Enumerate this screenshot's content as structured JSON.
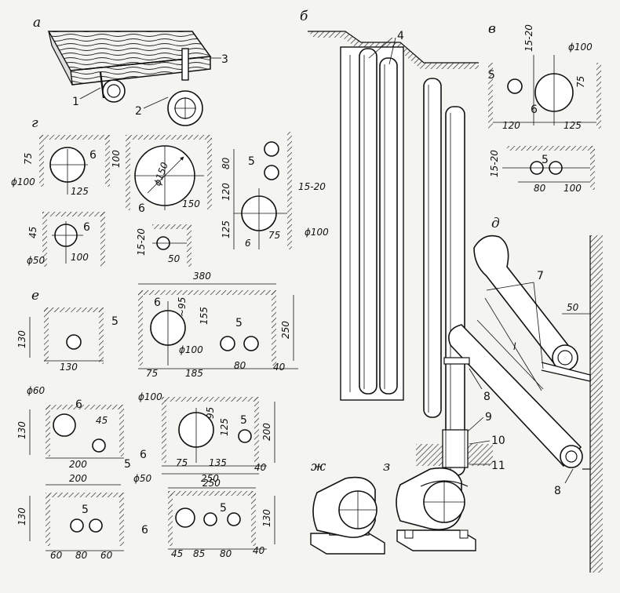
{
  "sections": {
    "a": "а",
    "b": "б",
    "v": "в",
    "g": "г",
    "d": "д",
    "e": "е",
    "zh": "ж",
    "z": "з"
  },
  "a": {
    "callouts": [
      "1",
      "2",
      "3"
    ]
  },
  "b": {
    "callouts": [
      "4"
    ]
  },
  "v": {
    "top": {
      "callouts": [
        "5",
        "6"
      ],
      "dims": [
        "15-20",
        "ϕ100",
        "75",
        "120",
        "125"
      ]
    },
    "bottom": {
      "callouts": [
        "5"
      ],
      "dims": [
        "15-20",
        "80",
        "100"
      ]
    }
  },
  "g": {
    "g1": {
      "callouts": [
        "6"
      ],
      "dims": [
        "75",
        "ϕ100",
        "125"
      ]
    },
    "g2": {
      "callouts": [
        "6"
      ],
      "dims": [
        "100",
        "ϕ150",
        "150"
      ]
    },
    "g3": {
      "callouts": [
        "5",
        "6"
      ],
      "dims": [
        "80",
        "120",
        "125",
        "15-20",
        "ϕ100",
        "75",
        "6"
      ]
    },
    "g4": {
      "callouts": [
        "6"
      ],
      "dims": [
        "45",
        "ϕ50",
        "100"
      ]
    },
    "g5": {
      "dims": [
        "15-20",
        "50"
      ]
    }
  },
  "d": {
    "callouts": [
      "7",
      "8",
      "9",
      "10",
      "11",
      "8"
    ],
    "dims": [
      "50",
      "l"
    ]
  },
  "e": {
    "e1": {
      "callouts": [
        "5"
      ],
      "dims": [
        "130",
        "130"
      ]
    },
    "e2": {
      "callouts": [
        "6",
        "5"
      ],
      "dims": [
        "380",
        "~95",
        "155",
        "ϕ100",
        "250",
        "75",
        "185",
        "80",
        "40"
      ]
    },
    "e3": {
      "callouts": [
        "6",
        "5"
      ],
      "dims": [
        "ϕ60",
        "130",
        "45",
        "200"
      ]
    },
    "e4": {
      "callouts": [
        "6",
        "5"
      ],
      "dims": [
        "250",
        "ϕ100",
        "95",
        "125",
        "200",
        "75",
        "135",
        "40"
      ]
    },
    "e5": {
      "callouts": [
        "5"
      ],
      "dims": [
        "200",
        "130",
        "60",
        "80",
        "60"
      ]
    },
    "e6": {
      "callouts": [
        "6",
        "5"
      ],
      "dims": [
        "ϕ50",
        "250",
        "130",
        "45",
        "85",
        "80",
        "40"
      ]
    }
  }
}
